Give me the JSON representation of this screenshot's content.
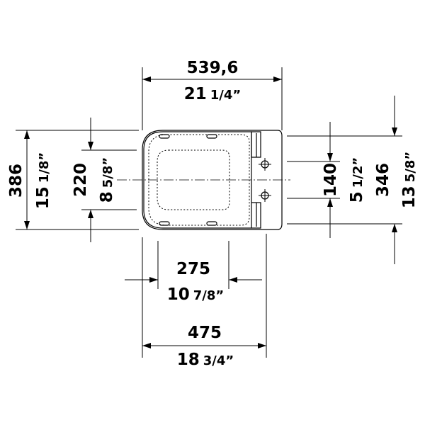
{
  "dimensions": {
    "overall_length": {
      "mm": "539,6",
      "inch_whole": "21",
      "inch_frac": "1/4”"
    },
    "center_spacing": {
      "mm": "275",
      "inch_whole": "10",
      "inch_frac": "7/8”"
    },
    "seat_length": {
      "mm": "475",
      "inch_whole": "18",
      "inch_frac": "3/4”"
    },
    "overall_width": {
      "mm": "386",
      "inch_whole": "15",
      "inch_frac": "1/8”"
    },
    "bowl_width": {
      "mm": "220",
      "inch_whole": "8",
      "inch_frac": "5/8”"
    },
    "fixing_distance": {
      "mm": "140",
      "inch_whole": "5",
      "inch_frac": "1/2”"
    },
    "back_width": {
      "mm": "346",
      "inch_whole": "13",
      "inch_frac": "5/8”"
    }
  }
}
